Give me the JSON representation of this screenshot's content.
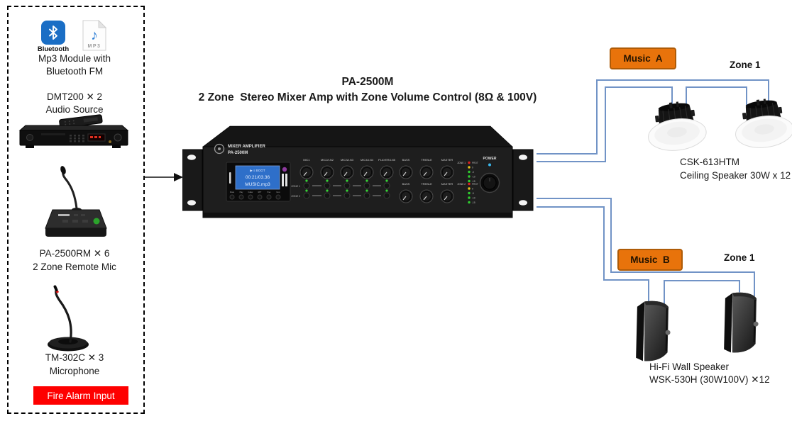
{
  "colors": {
    "wire": "#7193C6",
    "music_box_bg": "#E8730B",
    "music_box_border": "#AE5B07",
    "fire_alarm_bg": "#FE0000",
    "bluetooth_blue": "#1A6EC5",
    "lcd_blue": "#2E6FC9"
  },
  "icons": {
    "music_note": "♪"
  },
  "source_panel": {
    "bluetooth_label": "Bluetooth",
    "mp3_label": "MP3",
    "module_line1": "Mp3 Module with",
    "module_line2": "Bluetooth FM",
    "audio_source_line1": "DMT200 ✕ 2",
    "audio_source_line2": "Audio Source",
    "remote_mic_line1": "PA-2500RM ✕ 6",
    "remote_mic_line2": "2 Zone Remote Mic",
    "microphone_line1": "TM-302C ✕ 3",
    "microphone_line2": "Microphone",
    "fire_alarm_label": "Fire Alarm Input"
  },
  "title": {
    "line1": "PA-2500M",
    "line2": "2 Zone  Stereo Mixer Amp with Zone Volume Control (8Ω & 100V)"
  },
  "amplifier": {
    "brand": "MIXER AMPLIFIER",
    "model": "PA-2500M",
    "lcd_status": "▶ ≡ BOOT",
    "lcd_time": "00:21/03.36",
    "lcd_track": "MUSIC.mp3",
    "buttons": [
      "Mode",
      "Play",
      "Folder",
      "RPT",
      "Prev",
      "Next"
    ],
    "channel_knobs": [
      "MIC1",
      "MIC2/LN2",
      "MIC3/LN3",
      "MIC4/LN4",
      "PLAYER/LN5"
    ],
    "tone_knobs": [
      "BASS",
      "TREBLE",
      "MASTER"
    ],
    "zone1_label": "ZONE 1",
    "zone2_label": "ZONE 2",
    "meter_scale": [
      "PROT",
      "0",
      "-5",
      "-10",
      "-15"
    ],
    "power_label": "POWER"
  },
  "zone_a": {
    "music_label": "Music  A",
    "zone_label": "Zone 1",
    "caption_line1": "CSK-613HTM",
    "caption_line2": "Ceiling Speaker 30W x 12"
  },
  "zone_b": {
    "music_label": "Music  B",
    "zone_label": "Zone 1",
    "caption_line1": "Hi-Fi Wall Speaker",
    "caption_line2": "WSK-530H (30W100V) ✕12"
  }
}
